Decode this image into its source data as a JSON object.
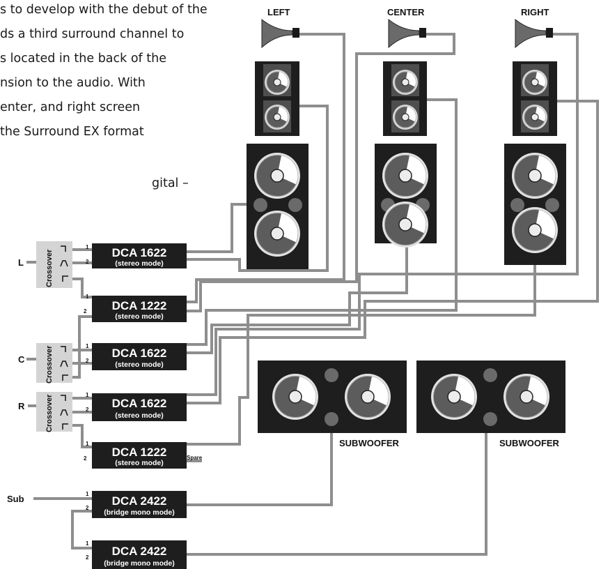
{
  "text_lines": [
    "s to develop with the debut of the",
    "ds a third surround channel to",
    "s located in the back of the",
    "nsion to the audio. With",
    "enter, and right screen",
    "the Surround EX format",
    "gital –"
  ],
  "channels": {
    "left": "LEFT",
    "center": "CENTER",
    "right": "RIGHT"
  },
  "inputs": {
    "l": "L",
    "c": "C",
    "r": "R",
    "sub": "Sub"
  },
  "crossover": "Crossover",
  "amps": [
    {
      "model": "DCA 1622",
      "mode": "(stereo mode)"
    },
    {
      "model": "DCA 1222",
      "mode": "(stereo mode)"
    },
    {
      "model": "DCA 1622",
      "mode": "(stereo mode)"
    },
    {
      "model": "DCA 1622",
      "mode": "(stereo mode)"
    },
    {
      "model": "DCA 1222",
      "mode": "(stereo mode)"
    },
    {
      "model": "DCA 2422",
      "mode": "(bridge mono mode)"
    },
    {
      "model": "DCA 2422",
      "mode": "(bridge mono mode)"
    }
  ],
  "channel_numbers": {
    "one": "1",
    "two": "2"
  },
  "spare": "Spare",
  "subwoofer": "SUBWOOFER",
  "colors": {
    "cabinet": "#1e1e1e",
    "wire": "#8e8e8e",
    "crossover": "#d4d4d4",
    "driver": "#5e5e5e",
    "horn": "#6a6a6a"
  }
}
